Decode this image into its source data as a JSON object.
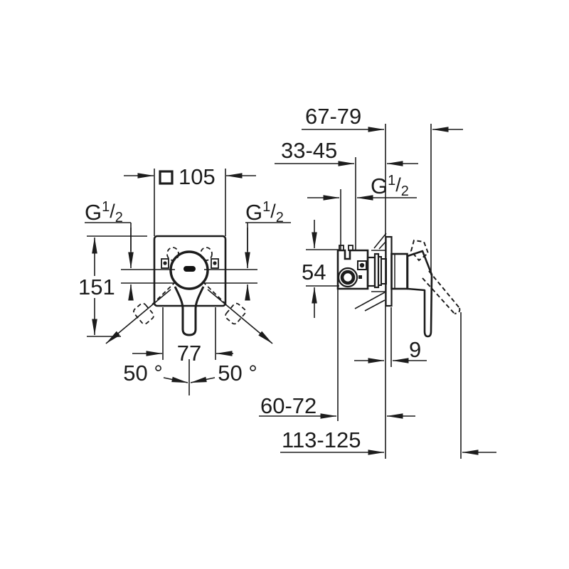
{
  "drawing": {
    "front_view": {
      "plate_width": "105",
      "height": "151",
      "handle_width": "77",
      "angle_left": "50 °",
      "angle_right": "50 °"
    },
    "side_view": {
      "mounting_depth": "67-79",
      "thread_depth": "33-45",
      "body_height": "54",
      "plate_projection": "9",
      "rough_in_depth": "60-72",
      "total_projection": "113-125"
    },
    "thread_label": {
      "g": "G",
      "sup": "1",
      "slash": "/",
      "sub": "2"
    }
  }
}
